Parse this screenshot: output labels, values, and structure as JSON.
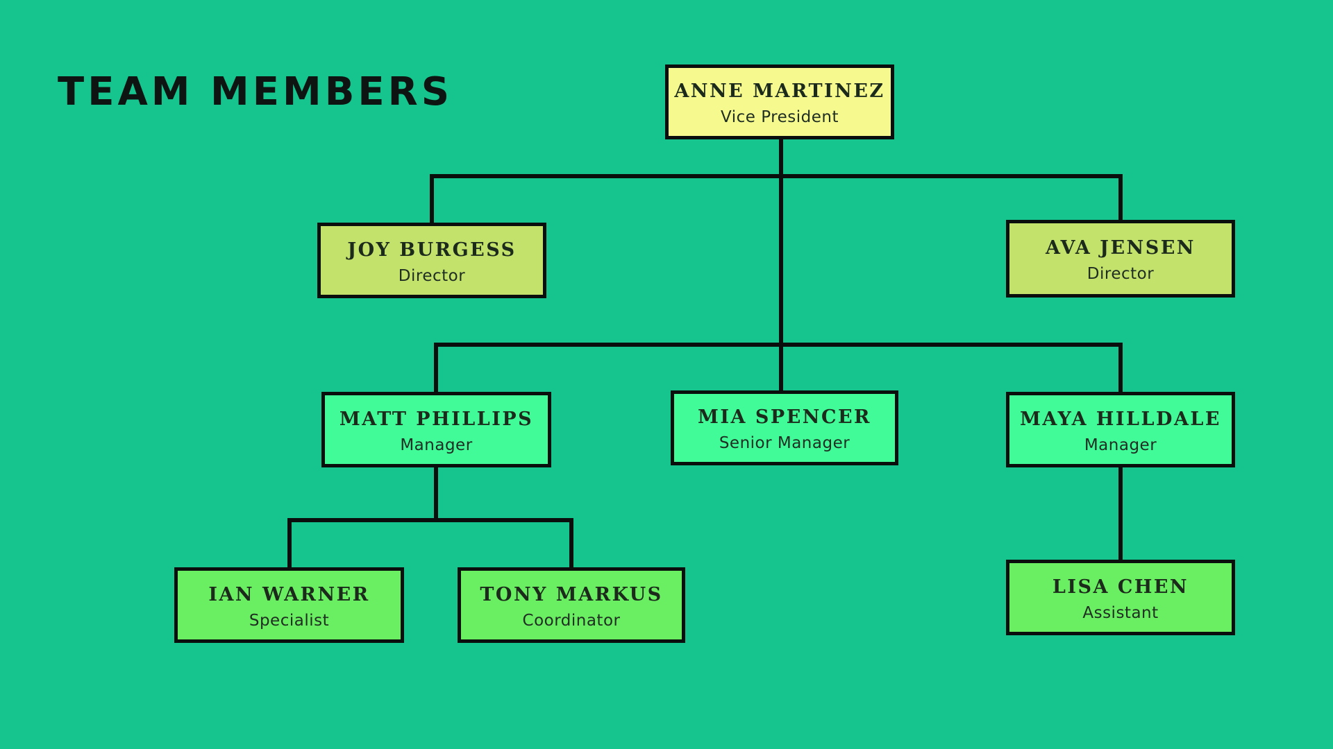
{
  "title": "TEAM MEMBERS",
  "colors": {
    "background": "#16C48E",
    "connector": "#0A0E0C",
    "tier1_box": "#F6FA8E",
    "tier2_box": "#C2E26C",
    "tier3_box": "#41FB98",
    "tier4_box": "#6AEE62",
    "text": "#1C2A1C"
  },
  "org_chart": {
    "type": "org-tree",
    "nodes": [
      {
        "id": "anne-martinez",
        "name": "ANNE MARTINEZ",
        "role": "Vice President",
        "level": 1,
        "reports_to": null
      },
      {
        "id": "joy-burgess",
        "name": "JOY BURGESS",
        "role": "Director",
        "level": 2,
        "reports_to": "anne-martinez"
      },
      {
        "id": "ava-jensen",
        "name": "AVA JENSEN",
        "role": "Director",
        "level": 2,
        "reports_to": "anne-martinez"
      },
      {
        "id": "matt-phillips",
        "name": "MATT PHILLIPS",
        "role": "Manager",
        "level": 3,
        "reports_to": "anne-martinez"
      },
      {
        "id": "mia-spencer",
        "name": "MIA SPENCER",
        "role": "Senior Manager",
        "level": 3,
        "reports_to": "anne-martinez"
      },
      {
        "id": "maya-hilldale",
        "name": "MAYA HILLDALE",
        "role": "Manager",
        "level": 3,
        "reports_to": "anne-martinez"
      },
      {
        "id": "ian-warner",
        "name": "IAN WARNER",
        "role": "Specialist",
        "level": 4,
        "reports_to": "matt-phillips"
      },
      {
        "id": "tony-markus",
        "name": "TONY MARKUS",
        "role": "Coordinator",
        "level": 4,
        "reports_to": "matt-phillips"
      },
      {
        "id": "lisa-chen",
        "name": "LISA CHEN",
        "role": "Assistant",
        "level": 4,
        "reports_to": "maya-hilldale"
      }
    ]
  }
}
